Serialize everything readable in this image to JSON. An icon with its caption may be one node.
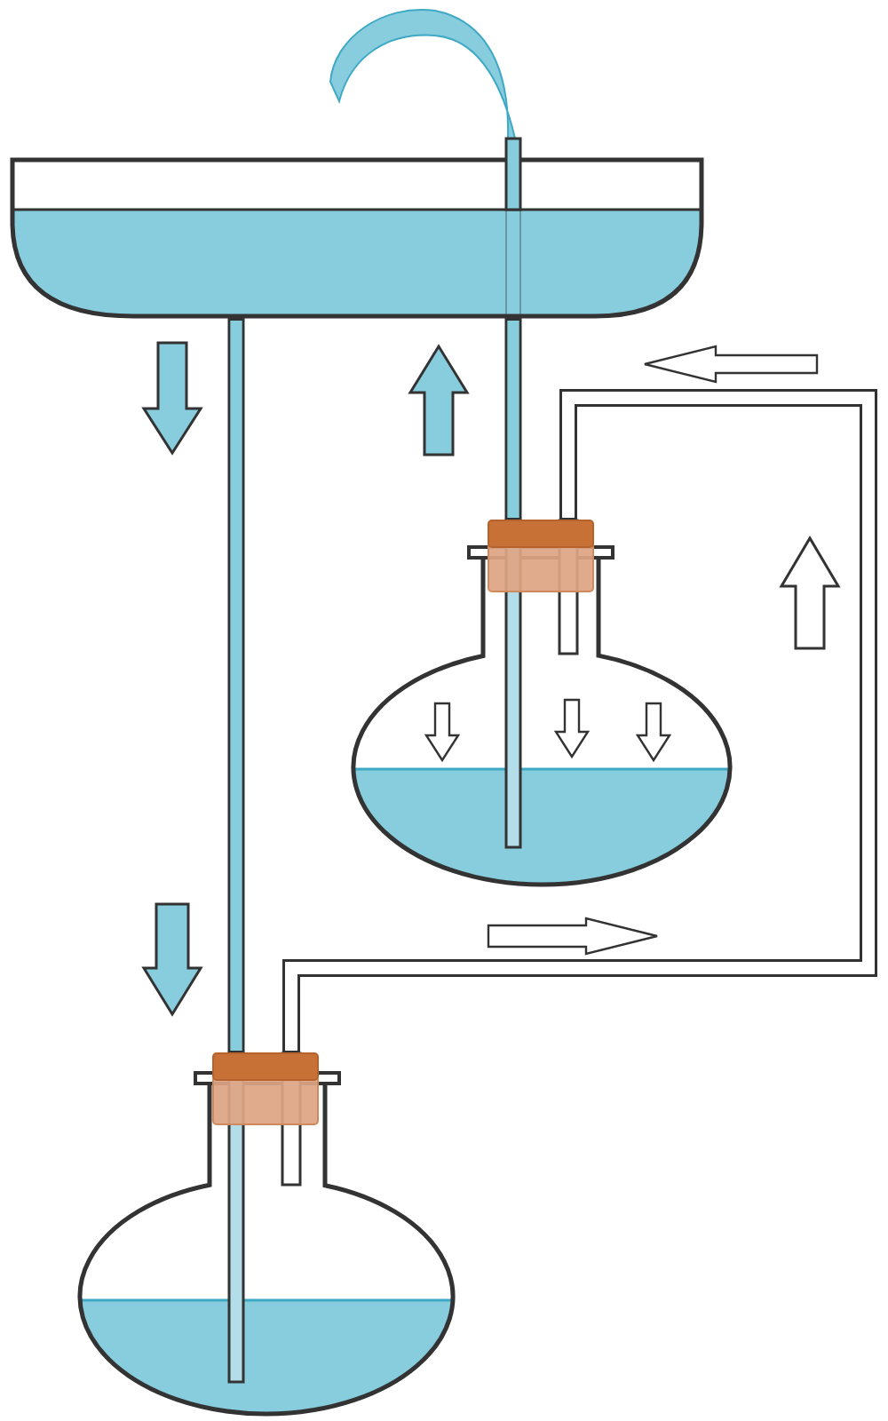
{
  "diagram": {
    "nodes": [
      {
        "text": [],
        "shape": "picture"
      },
      {
        "text": [],
        "shape": "picture"
      },
      {
        "text": [],
        "shape": "picture"
      }
    ],
    "edges": [
      {
        "from": 0,
        "to": 2,
        "arrow": "none"
      },
      {
        "from": 2,
        "to": 1,
        "arrow": "none"
      },
      {
        "from": 1,
        "to": 0,
        "arrow": "none"
      }
    ]
  }
}
